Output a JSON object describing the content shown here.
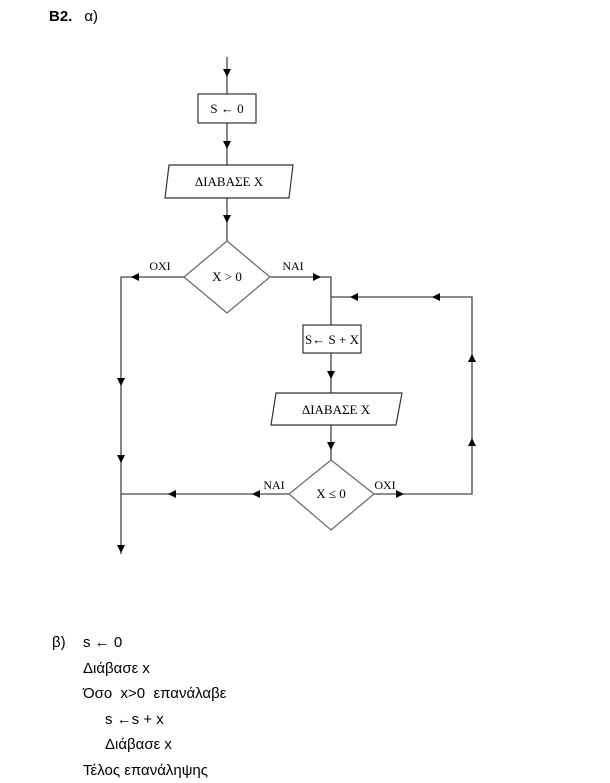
{
  "header": {
    "number": "B2.",
    "part_a": "α)"
  },
  "flowchart": {
    "assign_init": "S ← 0",
    "read_1": "ΔΙΑΒΑΣΕ Χ",
    "condition_1": "Χ > 0",
    "cond1_no": "ΟΧΙ",
    "cond1_yes": "ΝΑΙ",
    "assign_sum": "S← S + X",
    "read_2": "ΔΙΑΒΑΣΕ Χ",
    "condition_2": "Χ ≤ 0",
    "cond2_yes": "ΝΑΙ",
    "cond2_no": "ΟΧΙ"
  },
  "pseudocode": {
    "part_b": "β)",
    "lines": [
      "s ← 0",
      "Διάβασε x",
      "Όσο  x>0  επανάλαβε",
      "s ←s + x",
      "Διάβασε x",
      "Τέλος επανάληψης"
    ]
  }
}
